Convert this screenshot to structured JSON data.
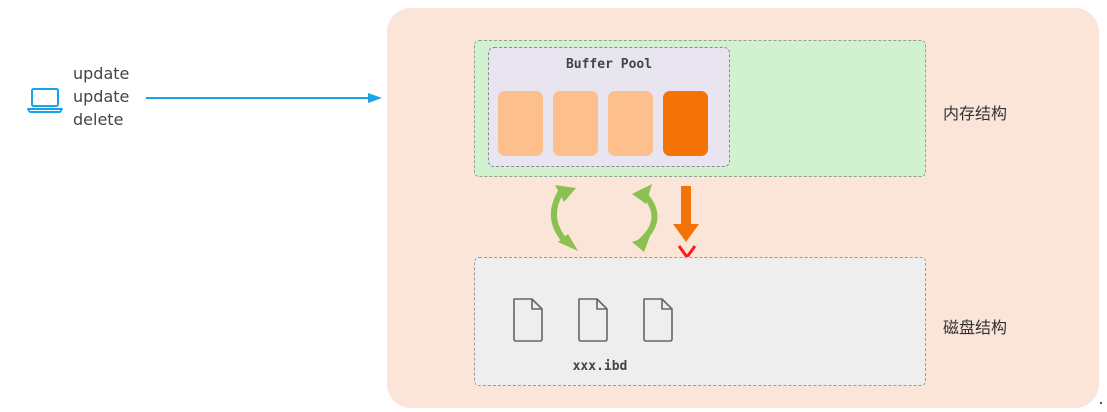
{
  "client": {
    "operations": [
      "update",
      "update",
      "delete"
    ],
    "icon": "laptop-icon"
  },
  "memory": {
    "label": "内存结构",
    "buffer_pool": {
      "title": "Buffer Pool",
      "pages": [
        {
          "state": "clean",
          "color": "#fdbf8b"
        },
        {
          "state": "clean",
          "color": "#fdbf8b"
        },
        {
          "state": "clean",
          "color": "#fdbf8b"
        },
        {
          "state": "dirty",
          "color": "#f47306"
        }
      ]
    },
    "background_color": "#d0f2cf"
  },
  "disk": {
    "label": "磁盘结构",
    "file_name": "xxx.ibd",
    "file_count": 3,
    "background_color": "#eeeeee"
  },
  "colors": {
    "container": "#fbe5d8",
    "arrow_main": "#1aa3e8",
    "sync_arrows": "#8cc152",
    "flush_arrow": "#f47306",
    "blocked_mark": "#ff1a1a"
  },
  "icons": [
    "laptop-icon",
    "file-icon",
    "sync-arrow-icon",
    "down-arrow-icon",
    "cross-icon"
  ]
}
